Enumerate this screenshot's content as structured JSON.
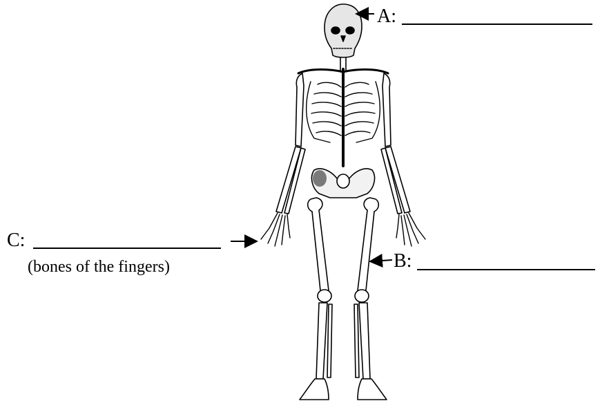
{
  "labels": {
    "a": {
      "text": "A:"
    },
    "b": {
      "text": "B:"
    },
    "c": {
      "text": "C:",
      "hint": "(bones of the fingers)"
    }
  },
  "colors": {
    "ink": "#000000",
    "bone_fill": "#ffffff",
    "shade": "#7a7a7a"
  }
}
